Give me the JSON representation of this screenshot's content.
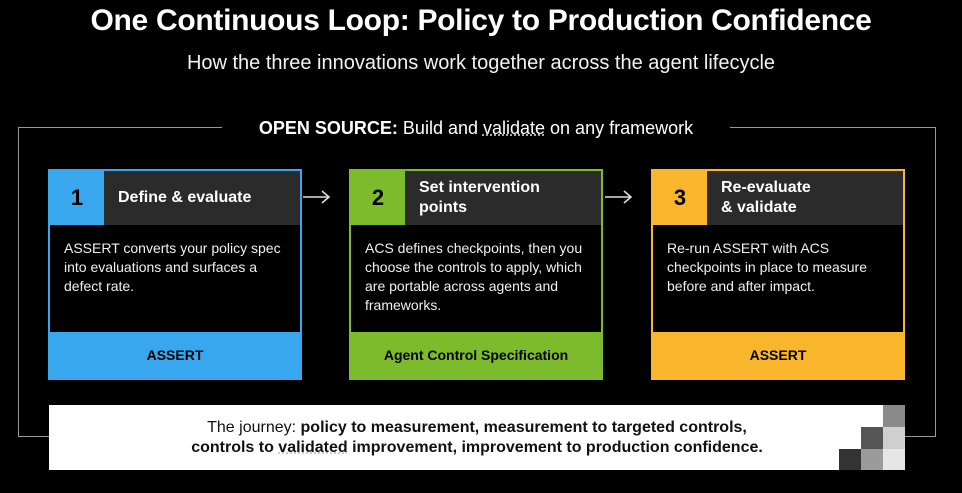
{
  "title": "One Continuous Loop: Policy to Production Confidence",
  "subtitle": "How the three innovations work together across the agent lifecycle",
  "frame_label": {
    "bold": "OPEN SOURCE:",
    "text_before": " Build and ",
    "underlined": "validate",
    "text_after": " on any framework"
  },
  "cards": [
    {
      "number": "1",
      "title": "Define & evaluate",
      "body": "ASSERT converts your policy spec into evaluations and surfaces a defect rate.",
      "footer": "ASSERT",
      "color": "#38a7ee"
    },
    {
      "number": "2",
      "title": "Set intervention points",
      "body": "ACS defines checkpoints, then you choose the controls to apply, which are portable across agents and frameworks.",
      "footer": "Agent Control Specification",
      "color": "#7cbc2c"
    },
    {
      "number": "3",
      "title": "Re-evaluate & validate",
      "body": "Re-run ASSERT with ACS checkpoints in place to measure before and after impact.",
      "footer": "ASSERT",
      "color": "#f9b52b"
    }
  ],
  "journey": {
    "lead": "The journey: ",
    "line1_bold": "policy to measurement, measurement to targeted controls,",
    "line2_a": "controls to ",
    "line2_underlined": "validated",
    "line2_b": " improvement, improvement to production confidence."
  }
}
